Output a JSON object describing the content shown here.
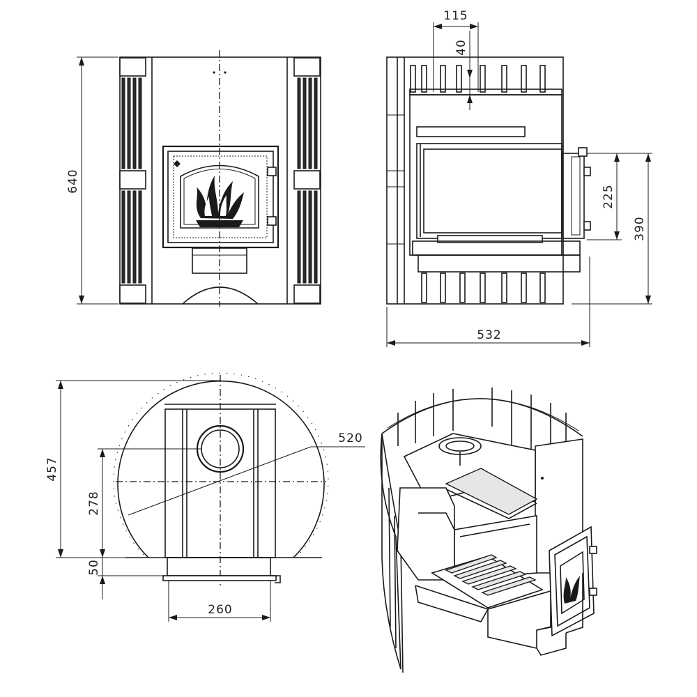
{
  "front_view": {
    "height_dim": "640"
  },
  "side_view": {
    "dim_top": "115",
    "dim_offset": "40",
    "dim_door": "225",
    "dim_height": "390",
    "dim_depth": "532"
  },
  "top_view": {
    "dim_diameter": "520",
    "dim_depth": "457",
    "dim_center": "278",
    "dim_step": "50",
    "dim_base": "260"
  }
}
